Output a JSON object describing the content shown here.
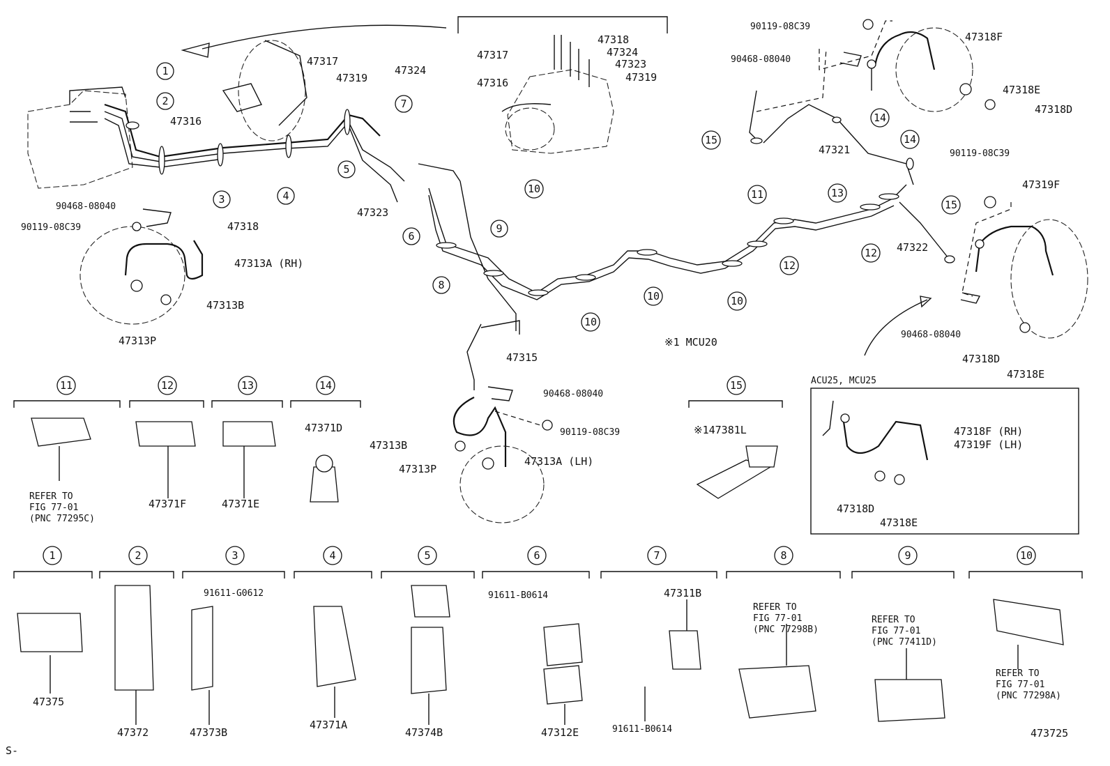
{
  "upper": {
    "left_assembly": {
      "labels": [
        "47317",
        "47316",
        "47319",
        "47324",
        "47323",
        "47318",
        "90468-08040",
        "90119-08C39",
        "47313A (RH)",
        "47313B",
        "47313P"
      ]
    },
    "master_cylinder_inset": {
      "labels": [
        "47318",
        "47317",
        "47324",
        "47323",
        "47316",
        "47319"
      ]
    },
    "center": {
      "labels": [
        "47315",
        "90468-08040",
        "90119-08C39",
        "47313B",
        "47313P",
        "47313A (LH)"
      ],
      "note": "※1 MCU20"
    },
    "right_assembly": {
      "labels": [
        "90119-08C39",
        "47318F",
        "90468-08040",
        "47318E",
        "47318D",
        "47321",
        "90119-08C39",
        "47319F",
        "47322",
        "90468-08040",
        "47318D",
        "47318E"
      ]
    },
    "acu_box": {
      "title": "ACU25, MCU25",
      "labels": [
        "47318F (RH)",
        "47319F (LH)",
        "47318D",
        "47318E"
      ]
    }
  },
  "middle_callouts": [
    {
      "num": "11",
      "part": "",
      "ref": [
        "REFER TO",
        "FIG 77-01",
        "(PNC 77295C)"
      ]
    },
    {
      "num": "12",
      "part": "47371F",
      "ref": []
    },
    {
      "num": "13",
      "part": "47371E",
      "ref": []
    },
    {
      "num": "14",
      "part": "47371D",
      "ref": []
    },
    {
      "num": "15",
      "part": "※147381L",
      "ref": []
    }
  ],
  "bottom_callouts": [
    {
      "num": "1",
      "parts": [
        "47375"
      ],
      "ref": []
    },
    {
      "num": "2",
      "parts": [
        "47372"
      ],
      "ref": []
    },
    {
      "num": "3",
      "parts": [
        "47373B",
        "91611-G0612"
      ],
      "ref": []
    },
    {
      "num": "4",
      "parts": [
        "47371A"
      ],
      "ref": []
    },
    {
      "num": "5",
      "parts": [
        "47374B"
      ],
      "ref": []
    },
    {
      "num": "6",
      "parts": [
        "47312E",
        "91611-B0614"
      ],
      "ref": []
    },
    {
      "num": "7",
      "parts": [
        "47311B",
        "91611-B0614"
      ],
      "ref": []
    },
    {
      "num": "8",
      "parts": [],
      "ref": [
        "REFER TO",
        "FIG 77-01",
        "(PNC 77298B)"
      ]
    },
    {
      "num": "9",
      "parts": [],
      "ref": [
        "REFER TO",
        "FIG 77-01",
        "(PNC 77411D)"
      ]
    },
    {
      "num": "10",
      "parts": [],
      "ref": [
        "REFER TO",
        "FIG 77-01",
        "(PNC 77298A)"
      ]
    }
  ],
  "footer": {
    "figure_code": "473725",
    "corner_mark": "S-"
  },
  "colors": {
    "ink": "#111111",
    "paper": "#ffffff"
  }
}
